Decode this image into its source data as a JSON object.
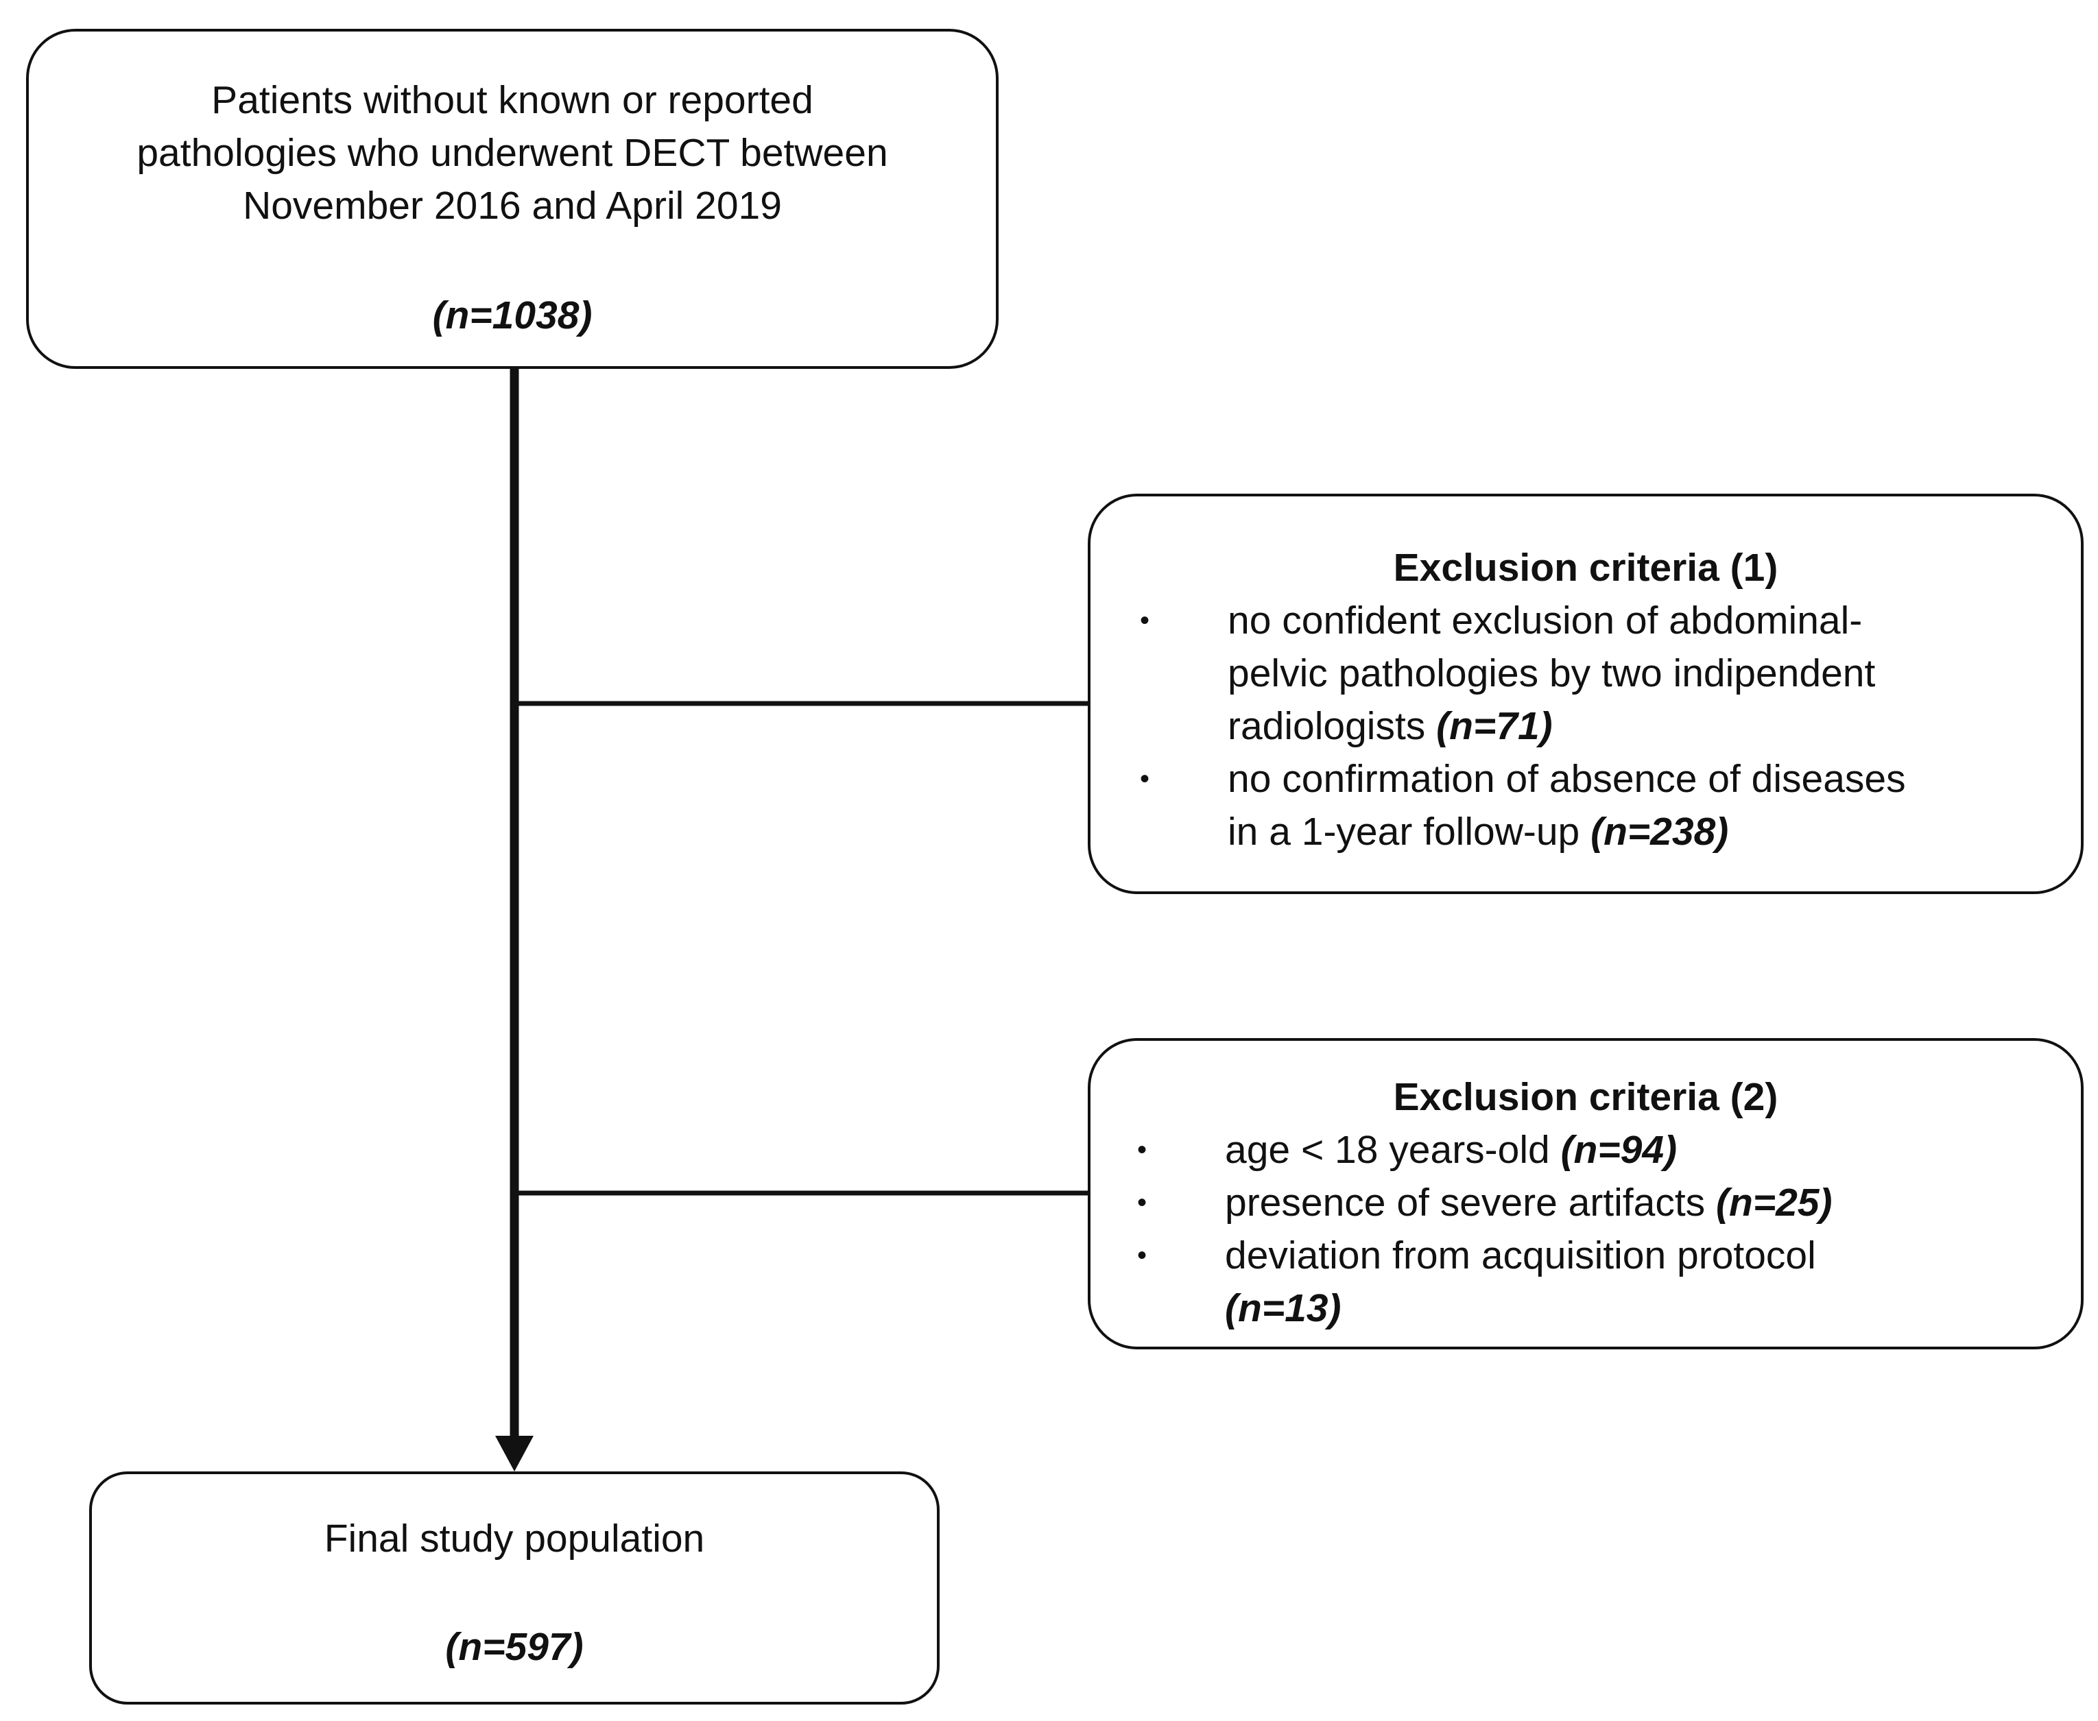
{
  "top_box": {
    "lines": [
      "Patients without known or reported",
      "pathologies who underwent DECT between",
      "November 2016 and April 2019"
    ],
    "count": "(n=1038)"
  },
  "exclusion_1": {
    "title": "Exclusion criteria (1)",
    "items": [
      {
        "bullet": "•",
        "lines": [
          "no confident exclusion of abdominal-",
          "pelvic pathologies by two indipendent",
          "radiologists "
        ],
        "count": "(n=71)"
      },
      {
        "bullet": "•",
        "lines": [
          "no confirmation of absence of diseases",
          "in a 1-year follow-up "
        ],
        "count": "(n=238)"
      }
    ]
  },
  "exclusion_2": {
    "title": "Exclusion criteria (2)",
    "items": [
      {
        "bullet": "•",
        "lines": [
          "age < 18 years-old "
        ],
        "count": "(n=94)"
      },
      {
        "bullet": "•",
        "lines": [
          "presence of severe artifacts "
        ],
        "count": "(n=25)"
      },
      {
        "bullet": "•",
        "lines": [
          "deviation from acquisition protocol",
          ""
        ],
        "count": "(n=13)"
      }
    ]
  },
  "final_box": {
    "label": "Final study population",
    "count": "(n=597)"
  }
}
